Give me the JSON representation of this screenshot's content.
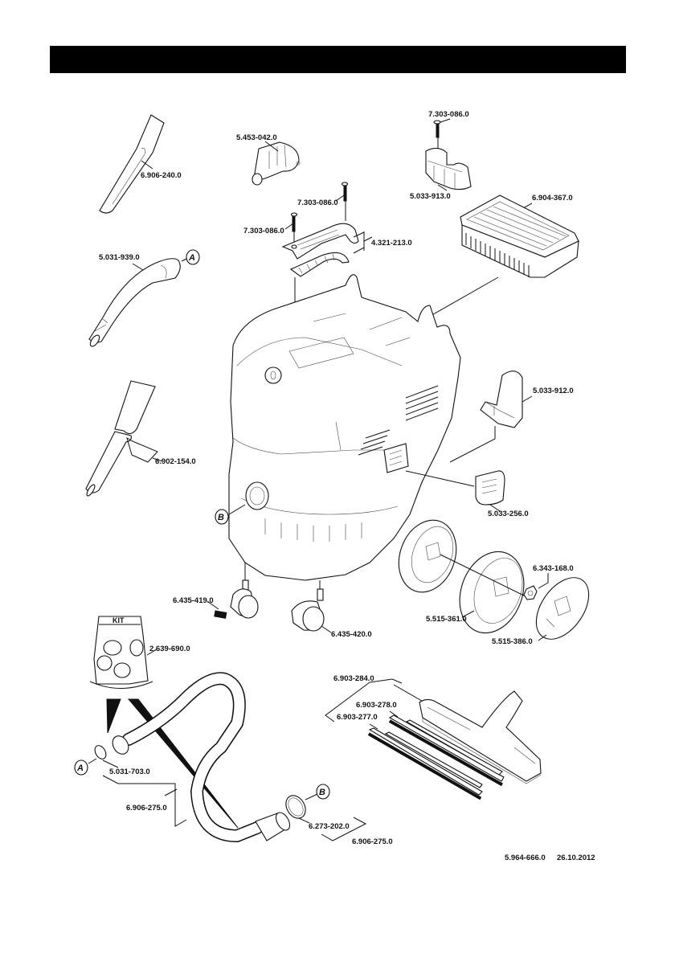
{
  "header": {
    "title": ""
  },
  "diagram": {
    "subject": "Wet and dry vacuum cleaner exploded parts view",
    "parts": {
      "crevice_nozzle": "6.906-240.0",
      "adapter_cone": "5.453-042.0",
      "screw_top": "7.303-086.0",
      "holder_clip": "5.033-913.0",
      "flat_filter": "6.904-367.0",
      "screw_handle_right": "7.303-086.0",
      "screw_handle_left": "7.303-086.0",
      "handle_assembly": "4.321-213.0",
      "elbow": "5.031-939.0",
      "suction_tubes": "6.902-154.0",
      "accessory_holder": "5.033-912.0",
      "cover_flap": "5.033-256.0",
      "hub_nut": "6.343-168.0",
      "wheel": "5.515-361.0",
      "hub_cap": "5.515-386.0",
      "caster_brake": "6.435-419.0",
      "caster": "6.435-420.0",
      "adapter_kit": "2.639-690.0",
      "hose_ring_a": "5.031-703.0",
      "hose_left": "6.906-275.0",
      "hose_ring_b": "6.273-202.0",
      "hose_right": "6.906-275.0",
      "floor_nozzle": "6.903-284.0",
      "wiper_strip_278": "6.903-278.0",
      "wiper_strip_277": "6.903-277.0"
    },
    "kit_label": "KIT",
    "reference_markers": {
      "a": "A",
      "b": "B"
    }
  },
  "footer": {
    "doc_number": "5.964-666.0",
    "date": "26.10.2012"
  }
}
